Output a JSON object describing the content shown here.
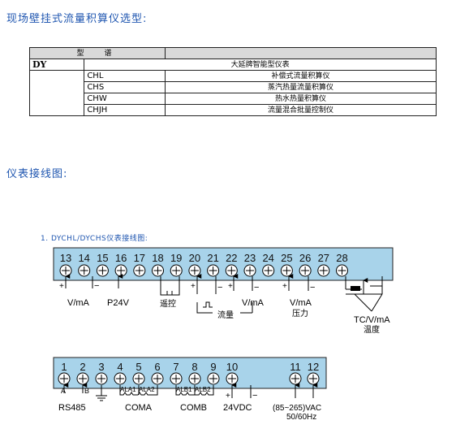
{
  "section1": {
    "title": "现场壁挂式流量积算仪选型:"
  },
  "selection_table": {
    "header": "型　谱",
    "rows": [
      {
        "code": "DY",
        "desc": "大延牌智能型仪表"
      },
      {
        "code": "CHL",
        "desc": "补偿式流量积算仪"
      },
      {
        "code": "CHS",
        "desc": "蒸汽热量流量积算仪"
      },
      {
        "code": "CHW",
        "desc": "热水热量积算仪"
      },
      {
        "code": "CHJH",
        "desc": "流量混合批量控制仪"
      }
    ]
  },
  "section2": {
    "title": "仪表接线图:"
  },
  "diagram1": {
    "title": "1. DYCHL/DYCHS仪表接线图:",
    "terminals": [
      "13",
      "14",
      "15",
      "16",
      "17",
      "18",
      "19",
      "20",
      "21",
      "22",
      "23",
      "24",
      "25",
      "26",
      "27",
      "28"
    ],
    "labels": {
      "vma1": "V/mA",
      "p24v": "P24V",
      "remote": "遥控",
      "vma2": "V/mA",
      "flow": "流量",
      "vma3": "V/mA",
      "pressure": "压力",
      "tcvma": "TC/V/mA",
      "temperature": "温度"
    }
  },
  "diagram2": {
    "terminals": [
      "1",
      "2",
      "3",
      "4",
      "5",
      "6",
      "7",
      "8",
      "9",
      "10",
      "11",
      "12"
    ],
    "labels": {
      "a": "A",
      "b": "B",
      "ala1": "ALA1",
      "ala2": "ALA2",
      "alb1": "ALB1",
      "alb2": "ALB2",
      "rs485": "RS485",
      "coma": "COMA",
      "comb": "COMB",
      "vdc24": "24VDC",
      "vac": "(85~265)VAC",
      "hz": "50/60Hz"
    }
  },
  "colors": {
    "terminal_strip": "#a8d3ea",
    "heading": "#1f56b0",
    "table_header": "#d9d9d9"
  }
}
